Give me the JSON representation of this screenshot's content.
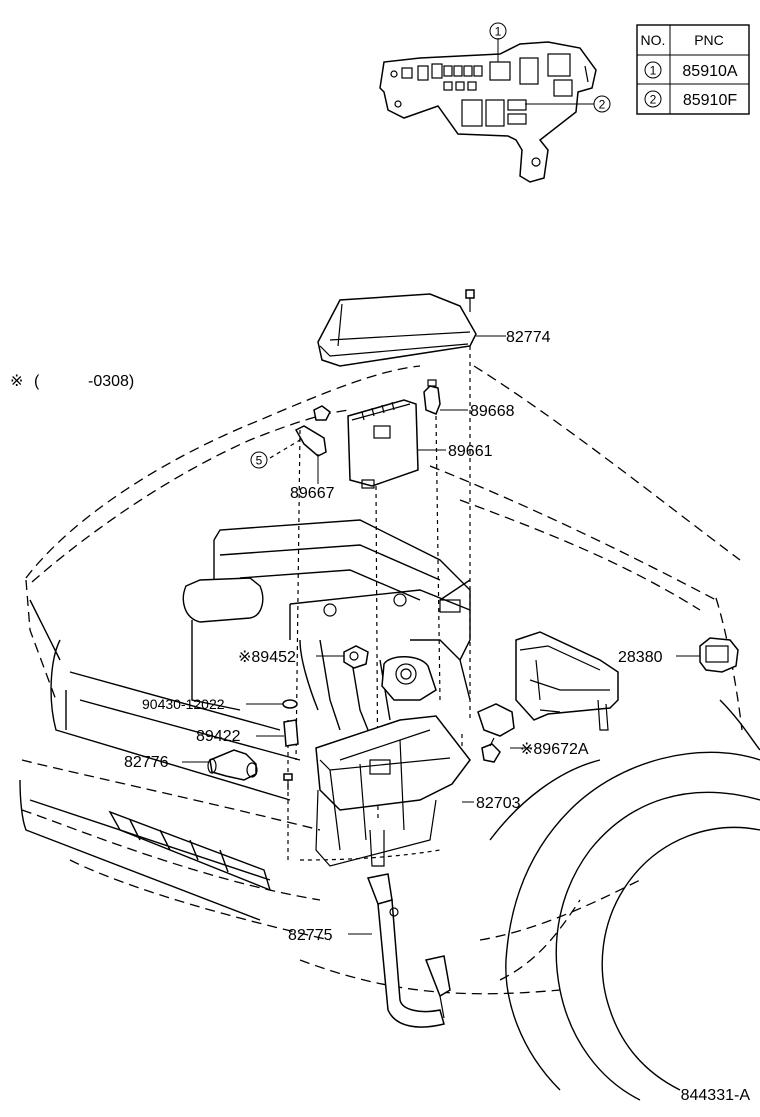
{
  "pnc_table": {
    "header_no": "NO.",
    "header_pnc": "PNC",
    "rows": [
      {
        "no": "1",
        "pnc": "85910A"
      },
      {
        "no": "2",
        "pnc": "85910F"
      }
    ]
  },
  "callouts": {
    "c1": "1",
    "c2": "2",
    "c5": "5"
  },
  "note": {
    "mark": "※",
    "open": "(",
    "range": "-0308)"
  },
  "parts": {
    "p82774": "82774",
    "p89668": "89668",
    "p89661": "89661",
    "p89667": "89667",
    "p89452": "※89452",
    "p28380": "28380",
    "p90430": "90430-12022",
    "p89422": "89422",
    "p82776": "82776",
    "p89672a": "※89672A",
    "p82703": "82703",
    "p82775": "82775"
  },
  "diagram_id": "844331-A"
}
